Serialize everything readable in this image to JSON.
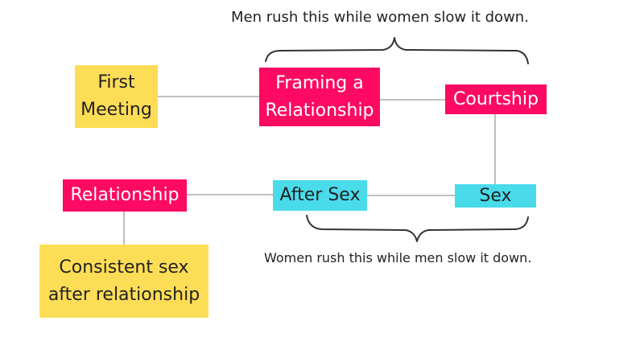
{
  "annotations": {
    "top": "Men rush this while women slow it down.",
    "bottom": "Women rush this while men slow it down."
  },
  "nodes": {
    "first_meeting": [
      "First",
      "Meeting"
    ],
    "framing": [
      "Framing a",
      "Relationship"
    ],
    "courtship": [
      "Courtship"
    ],
    "sex": [
      "Sex"
    ],
    "after_sex": [
      "After Sex"
    ],
    "relationship": [
      "Relationship"
    ],
    "consistent": [
      "Consistent sex",
      "after relationship"
    ]
  },
  "colors": {
    "yellow": "#fedd56",
    "pink": "#fe0a62",
    "cyan": "#49dbea",
    "connector": "#9a9a9a",
    "brace": "#333333"
  }
}
